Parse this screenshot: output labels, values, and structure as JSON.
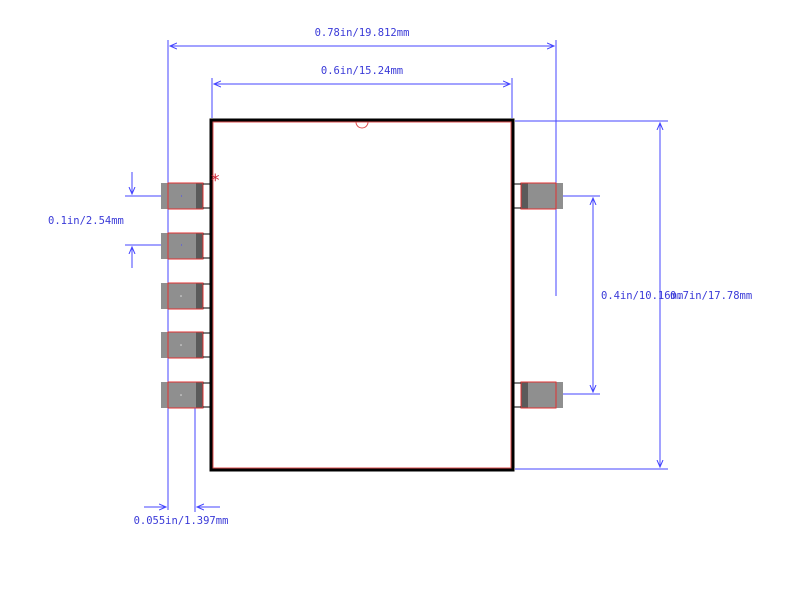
{
  "dimensions": {
    "overall_width": "0.78in/19.812mm",
    "body_width": "0.6in/15.24mm",
    "pitch": "0.1in/2.54mm",
    "row_spacing": "0.4in/10.16mm",
    "body_height": "0.7in/17.78mm",
    "pad_width": "0.055in/1.397mm"
  },
  "pin1_marker": "*",
  "colors": {
    "dimension": "#4444ff",
    "outline": "#000000",
    "pad": "#8f8f8f",
    "pad_edge": "#e03030"
  }
}
